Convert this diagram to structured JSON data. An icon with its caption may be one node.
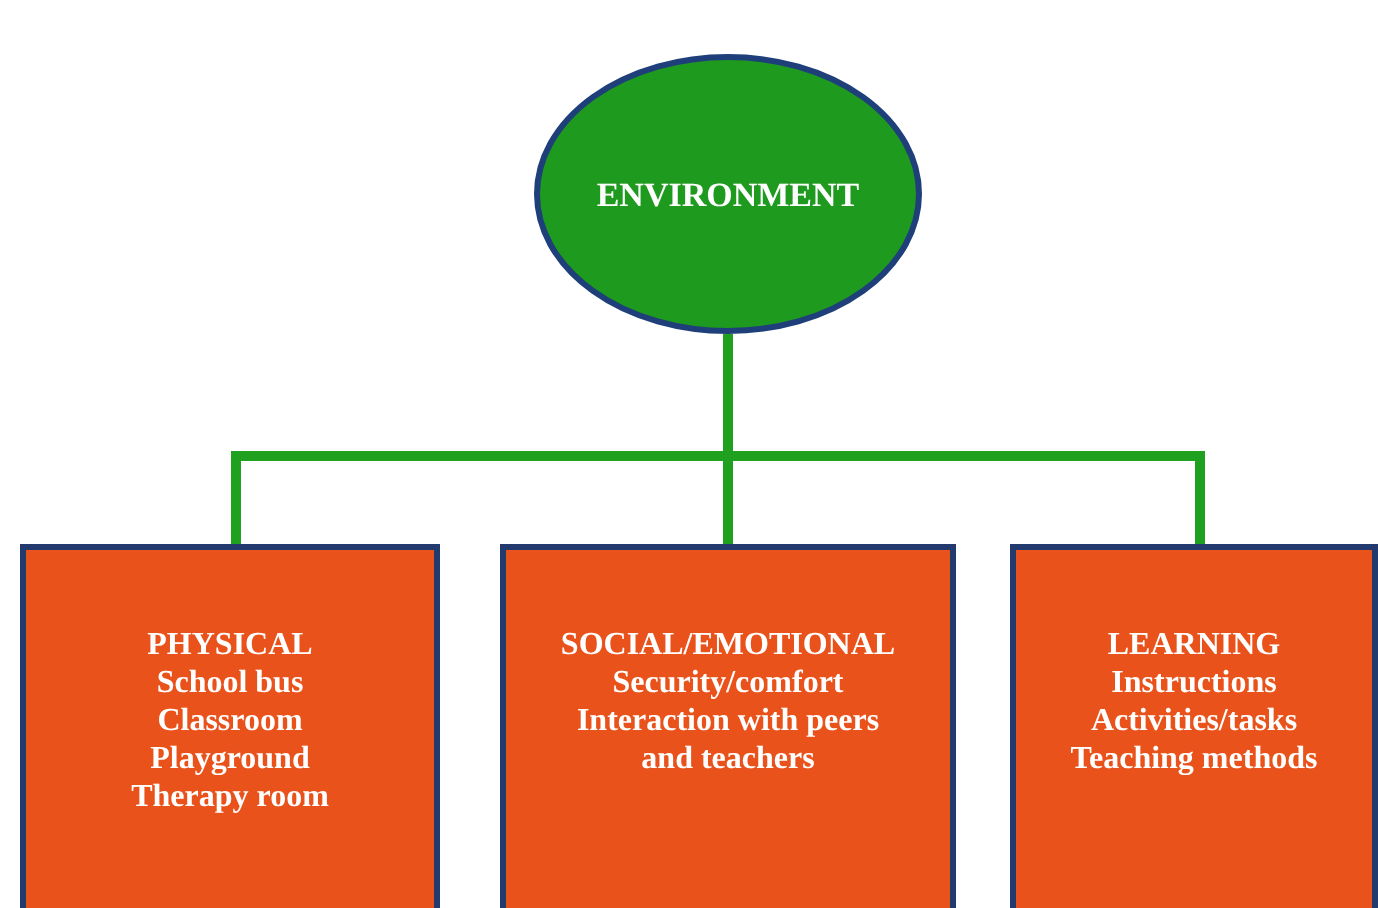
{
  "diagram": {
    "nodes": [
      {
        "text": [
          "ENVIRONMENT"
        ]
      },
      {
        "text": [
          "PHYSICAL",
          "School bus",
          "Classroom",
          "Playground",
          "Therapy room"
        ]
      },
      {
        "text": [
          "SOCIAL/EMOTIONAL",
          "Security/comfort",
          "Interaction with peers and teachers"
        ]
      },
      {
        "text": [
          "LEARNING",
          "Instructions",
          "Activities/tasks",
          "Teaching methods"
        ]
      }
    ],
    "edges": [
      {
        "from": 0,
        "to": 1,
        "arrow": "none"
      },
      {
        "from": 0,
        "to": 2,
        "arrow": "none"
      },
      {
        "from": 0,
        "to": 3,
        "arrow": "none"
      }
    ]
  }
}
